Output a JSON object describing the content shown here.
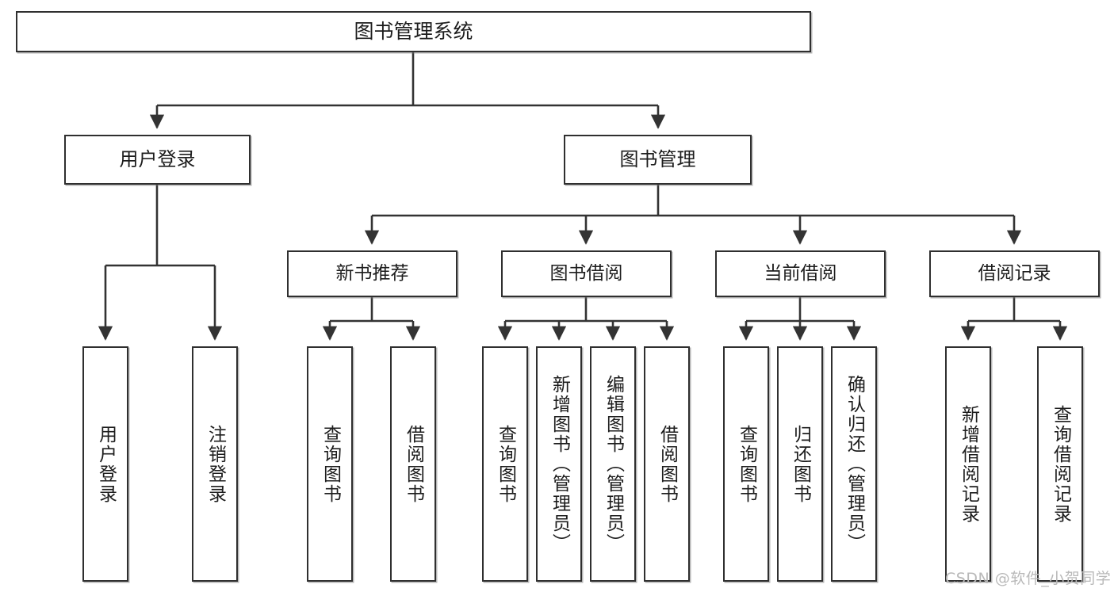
{
  "diagram": {
    "title": "图书管理系统",
    "type": "hierarchy-tree",
    "watermark": "CSDN @软件_小贺同学",
    "colors": {
      "box_border": "#2f2f2f",
      "box_fill": "#ffffff",
      "connector": "#333333",
      "text": "#1d1d1d",
      "watermark": "#b9b9b9"
    },
    "nodes": {
      "root": {
        "label": "图书管理系统"
      },
      "level2": [
        {
          "id": "user-login",
          "label": "用户登录"
        },
        {
          "id": "book-management",
          "label": "图书管理"
        }
      ],
      "level3": [
        {
          "id": "new-book-recommend",
          "label": "新书推荐"
        },
        {
          "id": "book-borrow",
          "label": "图书借阅"
        },
        {
          "id": "current-borrow",
          "label": "当前借阅"
        },
        {
          "id": "borrow-record",
          "label": "借阅记录"
        }
      ],
      "leaves": {
        "user-login": [
          {
            "id": "leaf-user-login",
            "label": "用户登录"
          },
          {
            "id": "leaf-user-logout",
            "label": "注销登录"
          }
        ],
        "new-book-recommend": [
          {
            "id": "leaf-query-book-1",
            "label": "查询图书"
          },
          {
            "id": "leaf-borrow-book-1",
            "label": "借阅图书"
          }
        ],
        "book-borrow": [
          {
            "id": "leaf-query-book-2",
            "label": "查询图书"
          },
          {
            "id": "leaf-add-book",
            "label": "新增图书（管理员）"
          },
          {
            "id": "leaf-edit-book",
            "label": "编辑图书（管理员）"
          },
          {
            "id": "leaf-borrow-book-2",
            "label": "借阅图书"
          }
        ],
        "current-borrow": [
          {
            "id": "leaf-query-book-3",
            "label": "查询图书"
          },
          {
            "id": "leaf-return-book",
            "label": "归还图书"
          },
          {
            "id": "leaf-confirm-return",
            "label": "确认归还（管理员）"
          }
        ],
        "borrow-record": [
          {
            "id": "leaf-add-record",
            "label": "新增借阅记录"
          },
          {
            "id": "leaf-query-record",
            "label": "查询借阅记录"
          }
        ]
      }
    }
  }
}
